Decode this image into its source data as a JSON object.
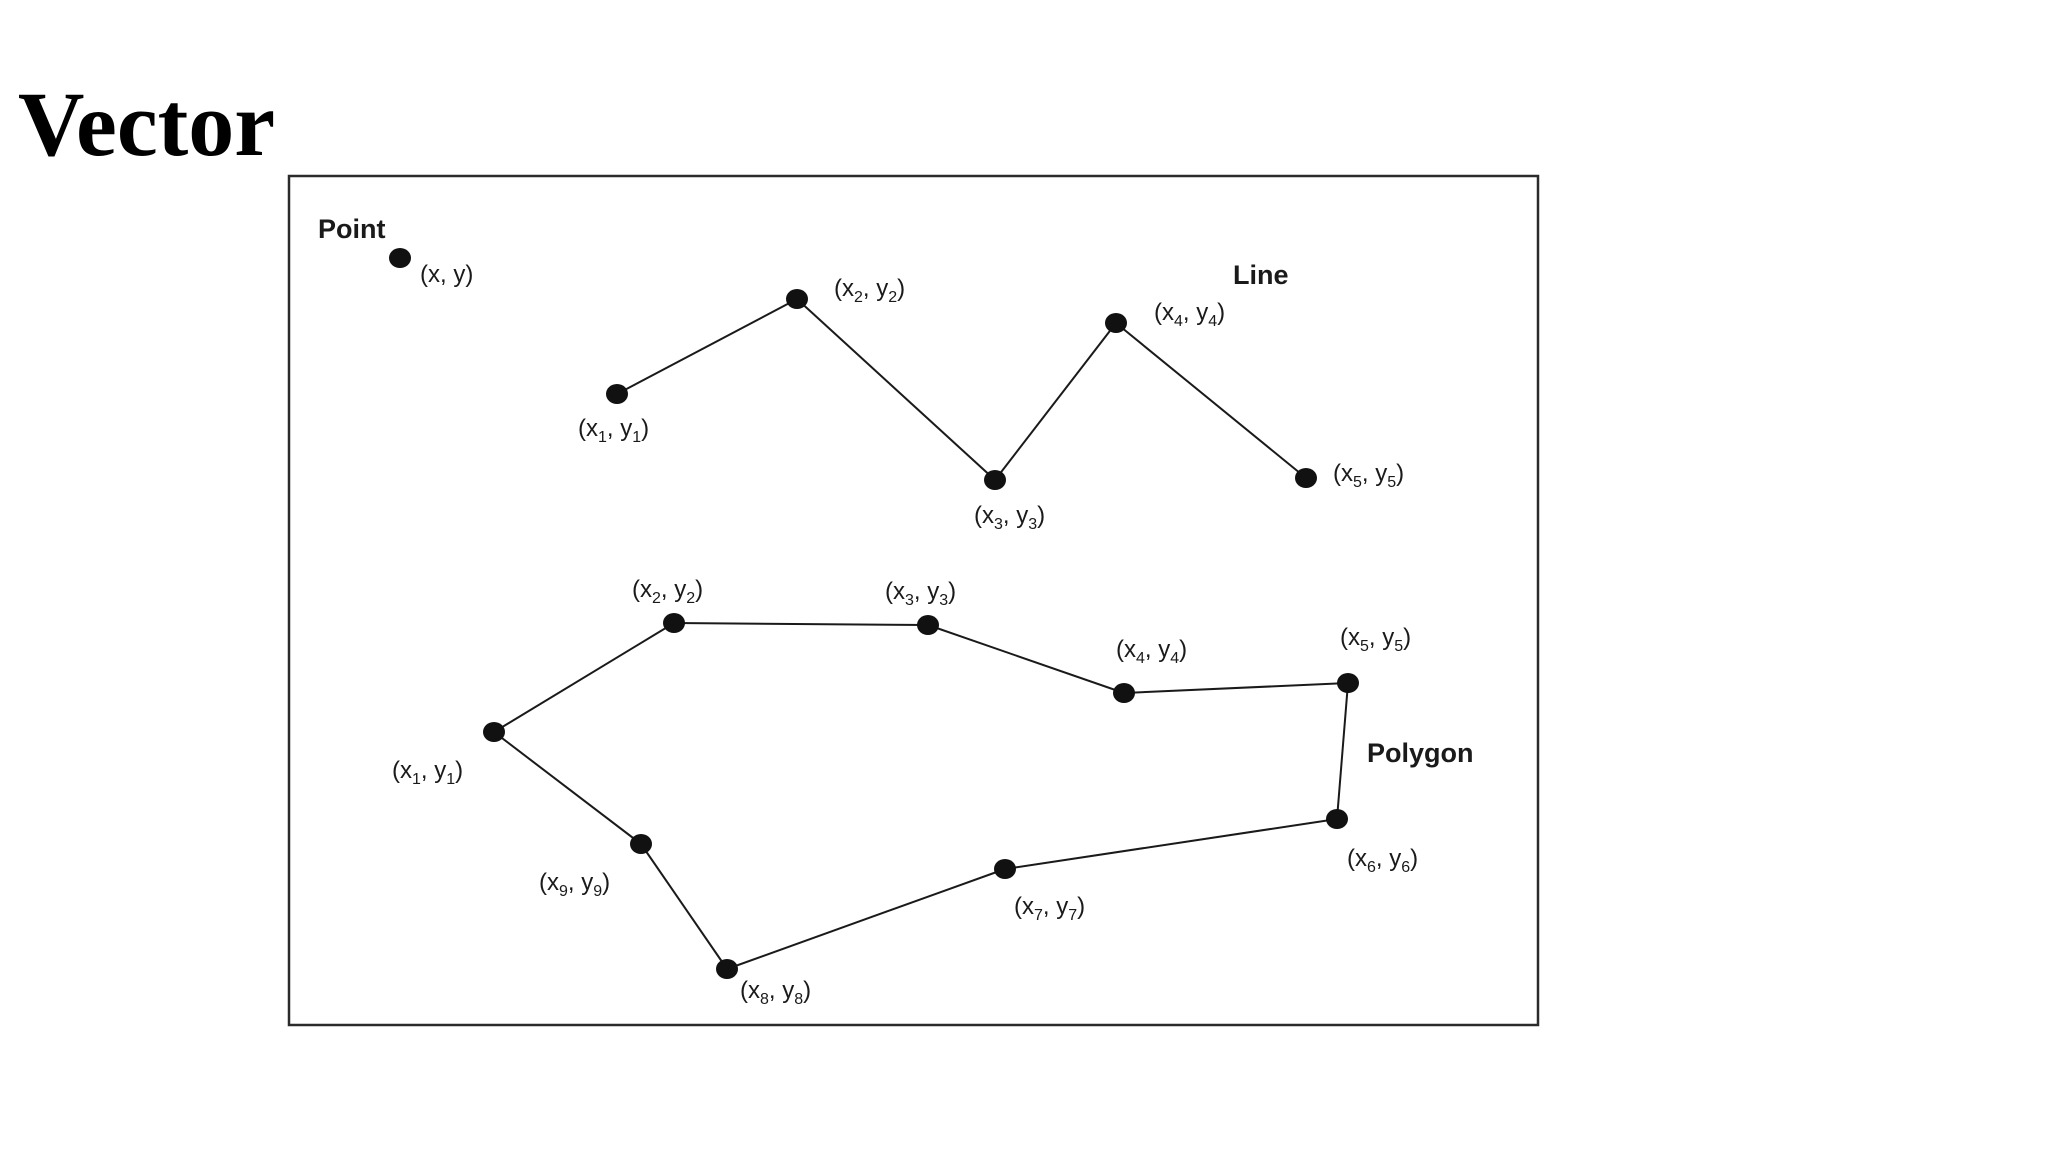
{
  "slide": {
    "title": "Vector"
  },
  "diagram": {
    "colors": {
      "ink": "#111111",
      "frame": "#2b2b2b",
      "background": "#ffffff"
    },
    "point": {
      "label": "Point",
      "coord": {
        "x": "x",
        "y": "y",
        "sub": ""
      }
    },
    "line": {
      "label": "Line",
      "vertices": [
        {
          "x": "x",
          "y": "y",
          "sub": "1"
        },
        {
          "x": "x",
          "y": "y",
          "sub": "2"
        },
        {
          "x": "x",
          "y": "y",
          "sub": "3"
        },
        {
          "x": "x",
          "y": "y",
          "sub": "4"
        },
        {
          "x": "x",
          "y": "y",
          "sub": "5"
        }
      ]
    },
    "polygon": {
      "label": "Polygon",
      "vertices": [
        {
          "x": "x",
          "y": "y",
          "sub": "1"
        },
        {
          "x": "x",
          "y": "y",
          "sub": "2"
        },
        {
          "x": "x",
          "y": "y",
          "sub": "3"
        },
        {
          "x": "x",
          "y": "y",
          "sub": "4"
        },
        {
          "x": "x",
          "y": "y",
          "sub": "5"
        },
        {
          "x": "x",
          "y": "y",
          "sub": "6"
        },
        {
          "x": "x",
          "y": "y",
          "sub": "7"
        },
        {
          "x": "x",
          "y": "y",
          "sub": "8"
        },
        {
          "x": "x",
          "y": "y",
          "sub": "9"
        }
      ]
    }
  }
}
